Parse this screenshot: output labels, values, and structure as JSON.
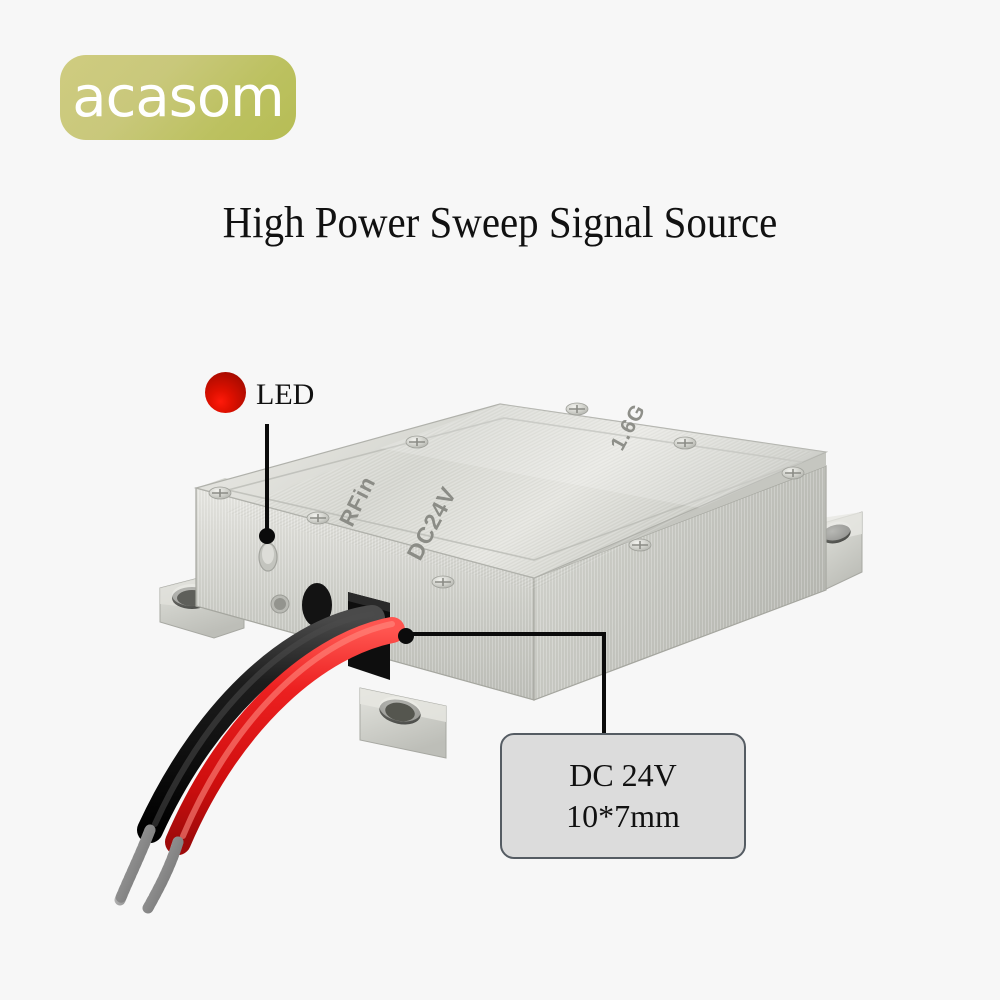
{
  "page": {
    "background_color": "#f7f7f7"
  },
  "brand": {
    "name": "acasom",
    "badge_color": "#c6c671",
    "text_color": "#ffffff"
  },
  "header": {
    "title": "High Power Sweep Signal Source"
  },
  "annotations": {
    "led": {
      "label": "LED",
      "indicator_color": "#d01000",
      "icon": "led-indicator-icon"
    },
    "power": {
      "line1": "DC 24V",
      "line2": "10*7mm",
      "box_fill": "#dcdcdc",
      "box_border": "#555c63"
    }
  },
  "device": {
    "name": "rf-amplifier-module",
    "housing_color": "#cfd0cb",
    "top_plate_color": "#d8d8d3",
    "markings": [
      {
        "text": "RFin",
        "name": "marking-rf-in"
      },
      {
        "text": "DC24V",
        "name": "marking-dc24v"
      },
      {
        "text": "1.6G",
        "name": "marking-frequency"
      }
    ],
    "wires": [
      {
        "name": "wire-negative",
        "color": "#0d0d0d"
      },
      {
        "name": "wire-positive",
        "color": "#e31a1a"
      }
    ],
    "screw_count": 8,
    "mounting_tabs": 3
  }
}
